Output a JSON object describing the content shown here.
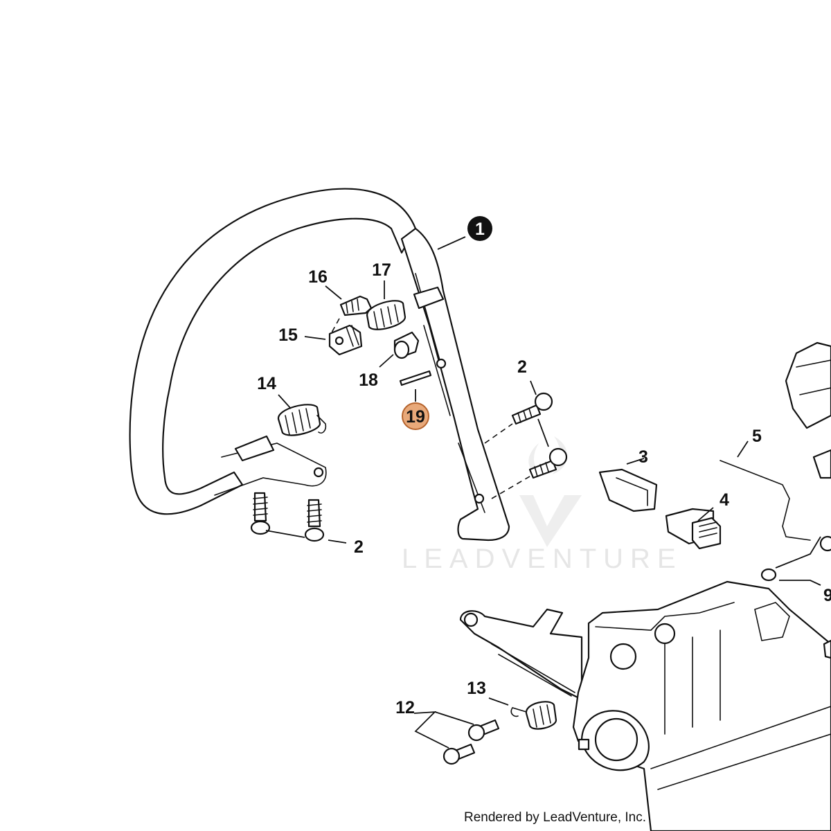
{
  "callouts": [
    {
      "id": "1",
      "style": "filled"
    },
    {
      "id": "2",
      "style": "plain"
    },
    {
      "id": "2b",
      "text": "2",
      "style": "plain"
    },
    {
      "id": "3",
      "style": "plain"
    },
    {
      "id": "4",
      "style": "plain"
    },
    {
      "id": "5",
      "style": "plain"
    },
    {
      "id": "9",
      "style": "plain"
    },
    {
      "id": "12",
      "style": "plain"
    },
    {
      "id": "13",
      "style": "plain"
    },
    {
      "id": "14",
      "style": "plain"
    },
    {
      "id": "15",
      "style": "plain"
    },
    {
      "id": "16",
      "style": "plain"
    },
    {
      "id": "17",
      "style": "plain"
    },
    {
      "id": "18",
      "style": "plain"
    },
    {
      "id": "19",
      "style": "highlighted"
    }
  ],
  "labels": {
    "c1": "1",
    "c2a": "2",
    "c2b": "2",
    "c3": "3",
    "c4": "4",
    "c5": "5",
    "c9": "9",
    "c12": "12",
    "c13": "13",
    "c14": "14",
    "c15": "15",
    "c16": "16",
    "c17": "17",
    "c18": "18",
    "c19": "19"
  },
  "watermark": "LEADVENTURE",
  "footer": "Rendered by LeadVenture, Inc.",
  "colors": {
    "line": "#111111",
    "highlight_fill": "#e8a97a",
    "highlight_stroke": "#b5632c",
    "watermark": "#e6e6e6"
  }
}
